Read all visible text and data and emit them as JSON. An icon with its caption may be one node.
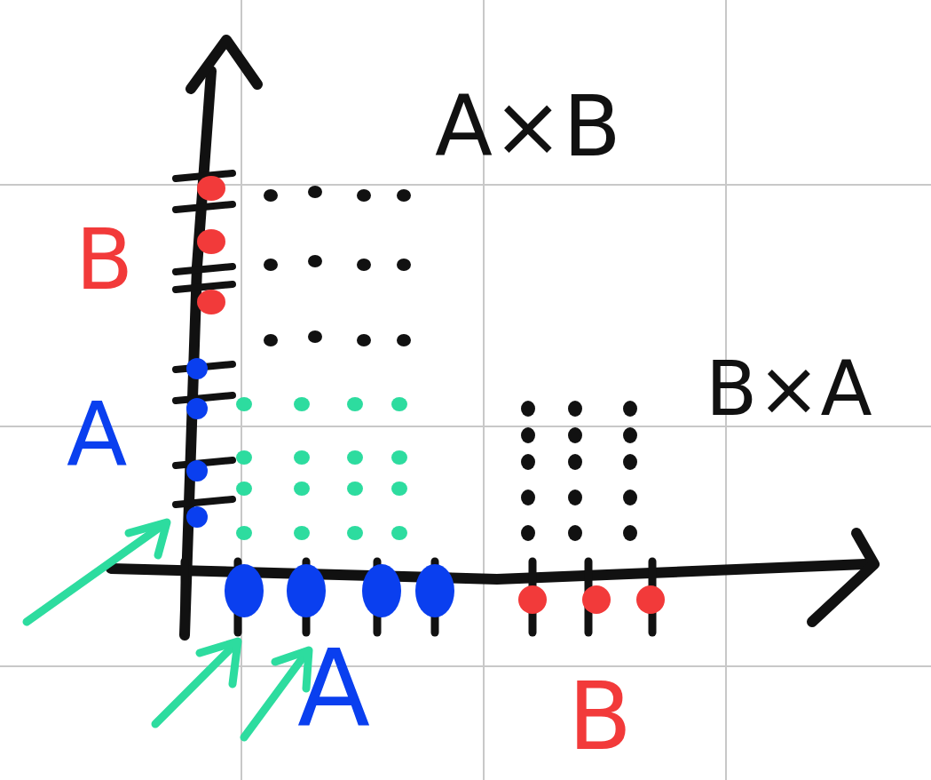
{
  "diagram": {
    "labels": [
      "A×B",
      "B",
      "B×A",
      "A",
      "A",
      "B"
    ]
  }
}
